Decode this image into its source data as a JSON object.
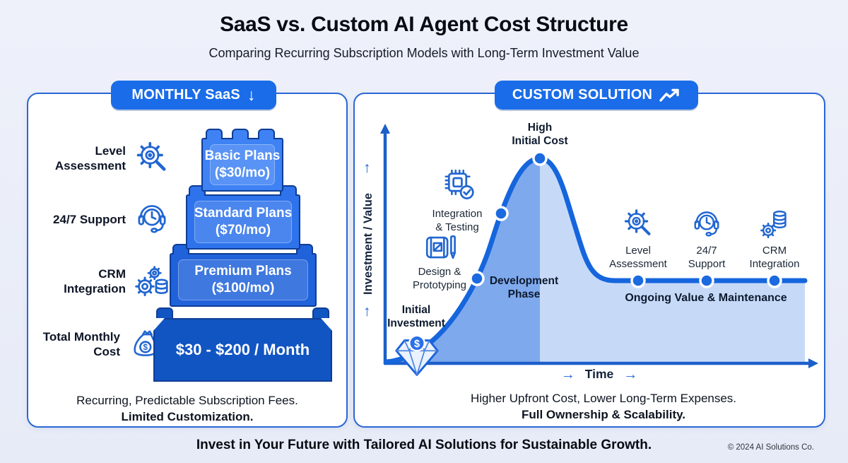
{
  "header": {
    "title": "SaaS vs. Custom AI Agent Cost Structure",
    "subtitle": "Comparing Recurring Subscription Models with Long-Term Investment Value"
  },
  "left_panel": {
    "badge": {
      "label": "MONTHLY SaaS",
      "icon": "down-arrow-icon",
      "arrow_glyph": "↓"
    },
    "rows": [
      {
        "label": "Level Assessment",
        "icon": "gear-magnifier-icon"
      },
      {
        "label": "24/7 Support",
        "icon": "headset-clock-icon"
      },
      {
        "label": "CRM Integration",
        "icon": "gears-database-icon"
      },
      {
        "label": "Total Monthly Cost",
        "icon": "money-bag-arrow-icon"
      }
    ],
    "blocks": [
      {
        "name": "Basic Plans",
        "price": "($30/mo)",
        "color": "#3e82f4"
      },
      {
        "name": "Standard Plans",
        "price": "($70/mo)",
        "color": "#2e73ec"
      },
      {
        "name": "Premium Plans",
        "price": "($100/mo)",
        "color": "#2062da"
      }
    ],
    "total_label": "$30 - $200 / Month",
    "total_color": "#1155c2",
    "caption": {
      "line1": "Recurring, Predictable Subscription Fees.",
      "line2": "Limited Customization."
    }
  },
  "right_panel": {
    "badge": {
      "label": "CUSTOM SOLUTION",
      "icon": "trend-up-icon"
    },
    "y_axis": {
      "label": "Investment / Value",
      "arrow_glyph": "↑"
    },
    "x_axis": {
      "label": "Time",
      "arrow_glyph": "→"
    },
    "peak": {
      "line1": "High",
      "line2": "Initial Cost"
    },
    "milestones": [
      {
        "line1": "Integration",
        "line2": "& Testing",
        "icon": "chip-check-icon"
      },
      {
        "line1": "Design &",
        "line2": "Prototyping",
        "icon": "blueprint-pencil-icon"
      }
    ],
    "phase_label": {
      "line1": "Development",
      "line2": "Phase"
    },
    "initial": {
      "line1": "Initial",
      "line2": "Investment",
      "icon": "diamond-dollar-icon"
    },
    "services": [
      {
        "line1": "Level",
        "line2": "Assessment",
        "icon": "gear-magnifier-icon"
      },
      {
        "line1": "24/7",
        "line2": "Support",
        "icon": "headset-clock-icon"
      },
      {
        "line1": "CRM",
        "line2": "Integration",
        "icon": "database-gear-icon"
      }
    ],
    "ongoing_label": "Ongoing Value & Maintenance",
    "caption": {
      "line1": "Higher Upfront Cost, Lower Long-Term Expenses.",
      "line2": "Full Ownership & Scalability."
    },
    "colors": {
      "curve": "#1565dd",
      "fill_development": "#7fa9ed",
      "fill_ongoing": "#c6daf8",
      "axis": "#1c5fc9",
      "dot": "#1b6ae0"
    }
  },
  "icons": {
    "dollar_glyph": "$"
  },
  "footer": {
    "tagline": "Invest in Your Future with Tailored AI Solutions for Sustainable Growth.",
    "copyright": "© 2024 AI Solutions Co."
  }
}
